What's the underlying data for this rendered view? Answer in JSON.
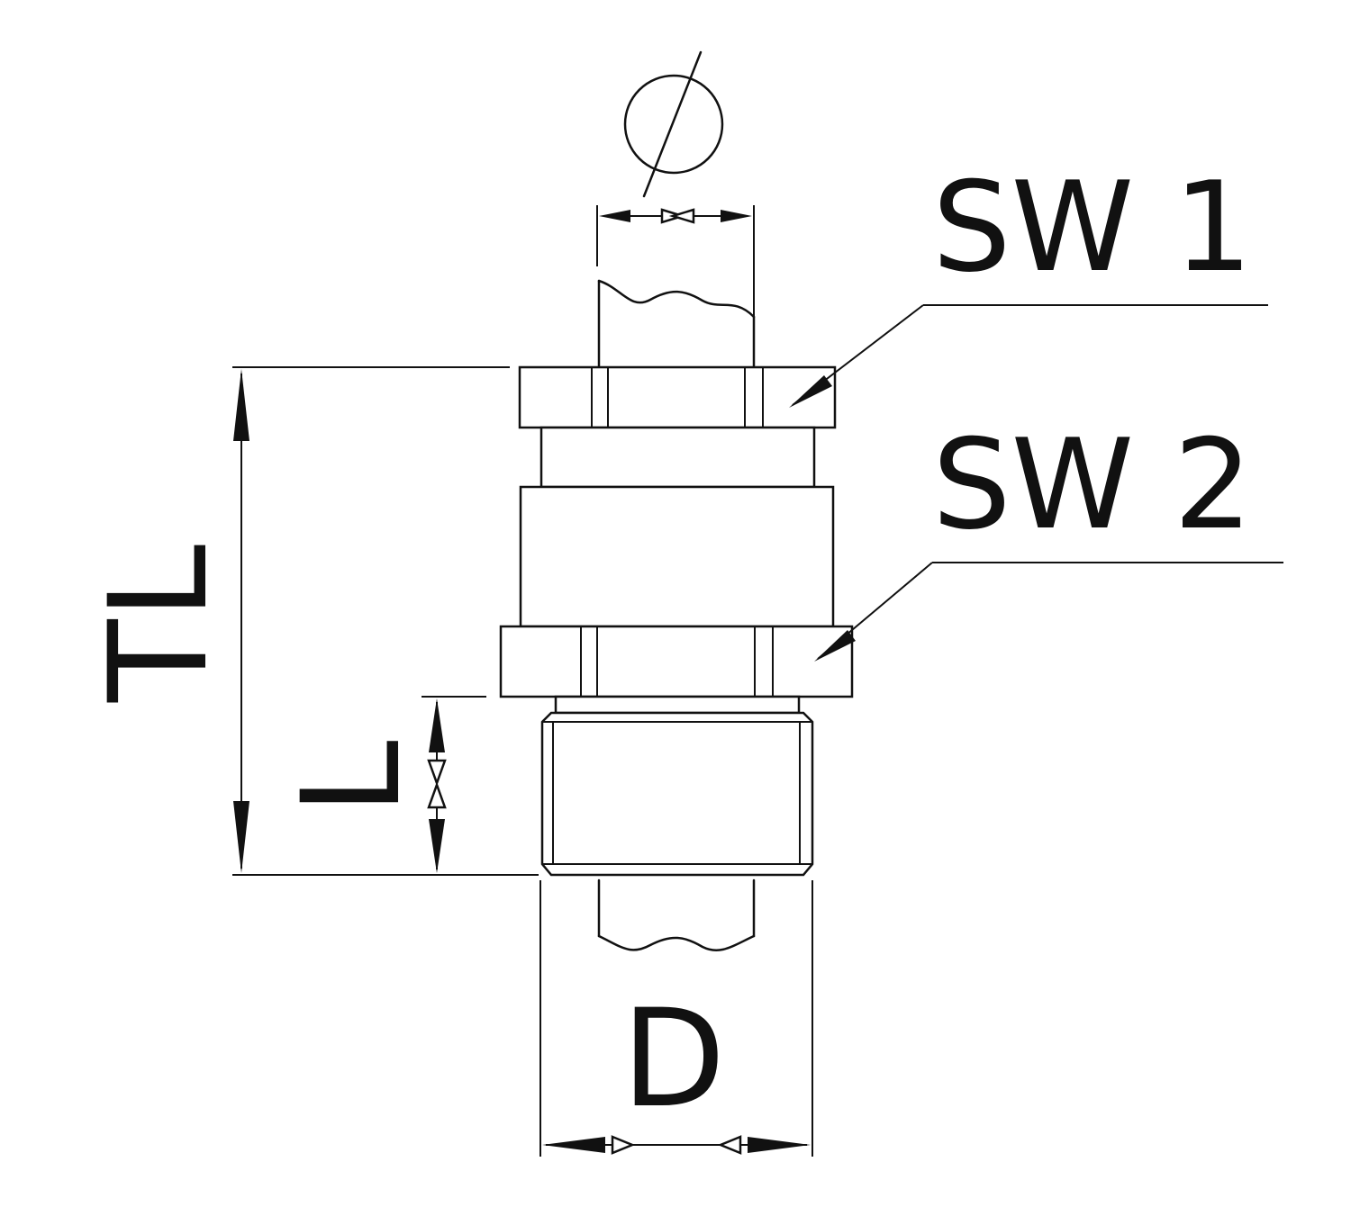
{
  "diagram": {
    "kind": "cable gland technical dimension drawing",
    "line_color": "#111111",
    "background_color": "#ffffff"
  },
  "labels": {
    "sw1": "SW 1",
    "sw2": "SW 2",
    "total_length": "TL",
    "thread_length": "L",
    "thread_diameter": "D",
    "cable_diameter_symbol": "⌀"
  }
}
